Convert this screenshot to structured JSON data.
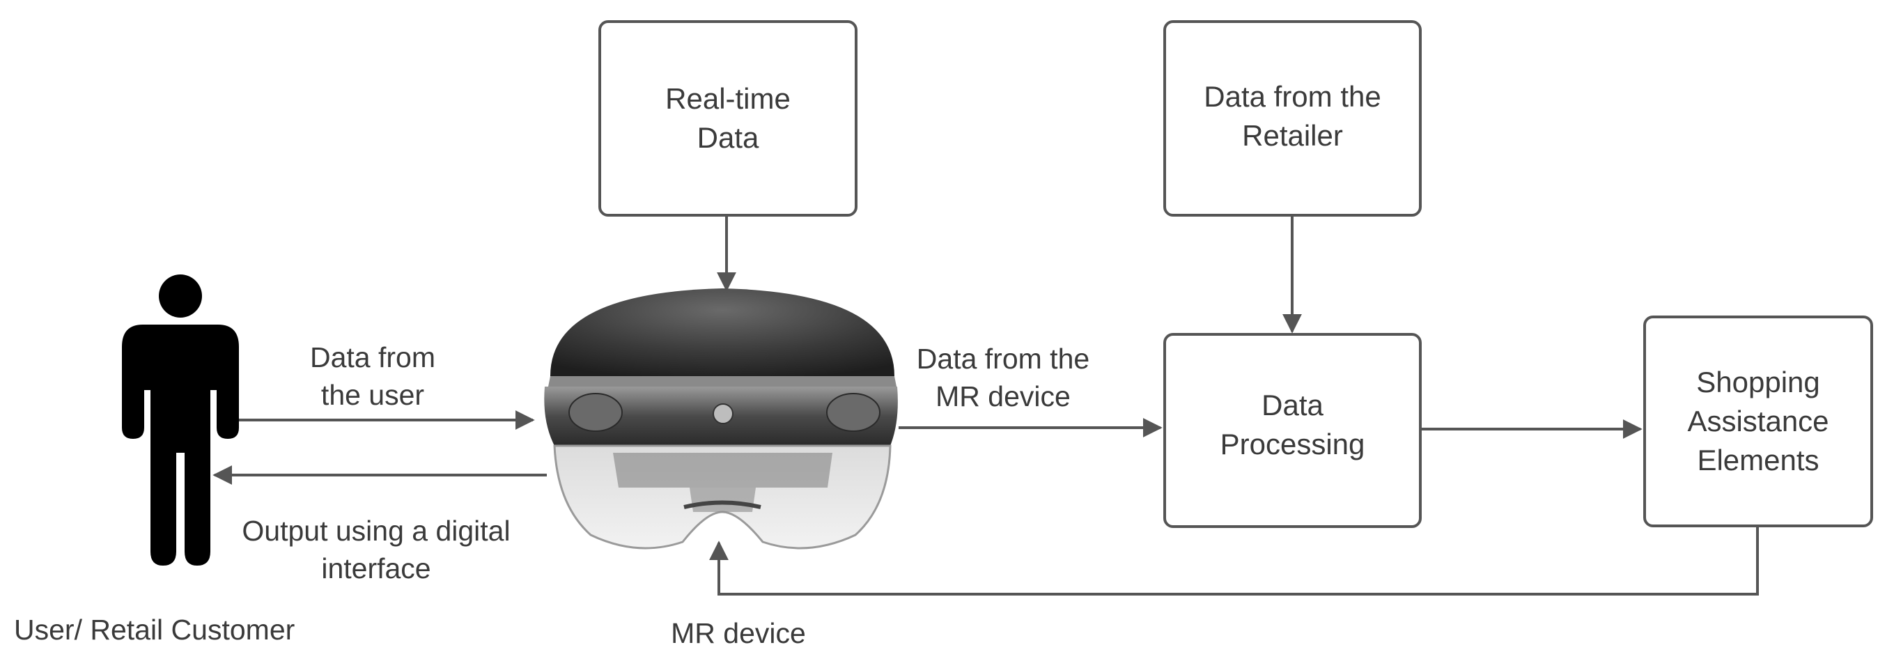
{
  "boxes": {
    "realtime": "Real-time\nData",
    "retailer": "Data from the\nRetailer",
    "processing": "Data\nProcessing",
    "shopping": "Shopping\nAssistance\nElements"
  },
  "edges": {
    "user_to_device": "Data from\nthe user",
    "device_to_user": "Output using a digital\ninterface",
    "device_to_processing": "Data from the\nMR device"
  },
  "actors": {
    "user": "User/ Retail Customer",
    "device": "MR device"
  },
  "colors": {
    "stroke": "#555555",
    "text": "#3a3a3a",
    "figure": "#000000"
  },
  "icons": {
    "user": "person-icon",
    "device": "mr-headset-icon"
  }
}
